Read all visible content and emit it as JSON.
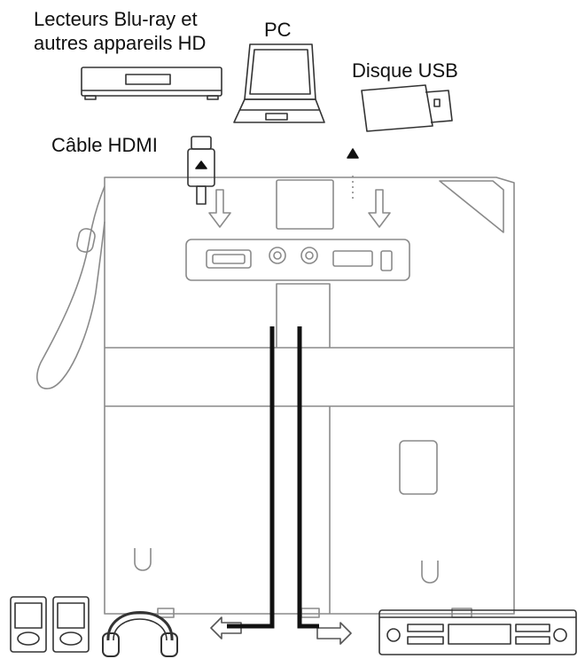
{
  "labels": {
    "bluray_line1": "Lecteurs Blu-ray et",
    "bluray_line2": "autres appareils HD",
    "pc": "PC",
    "usb": "Disque USB",
    "hdmi_cable": "Câble HDMI"
  },
  "colors": {
    "line": "#333333",
    "light_line": "#8a8a8a",
    "cable": "#111111",
    "background": "#ffffff"
  }
}
